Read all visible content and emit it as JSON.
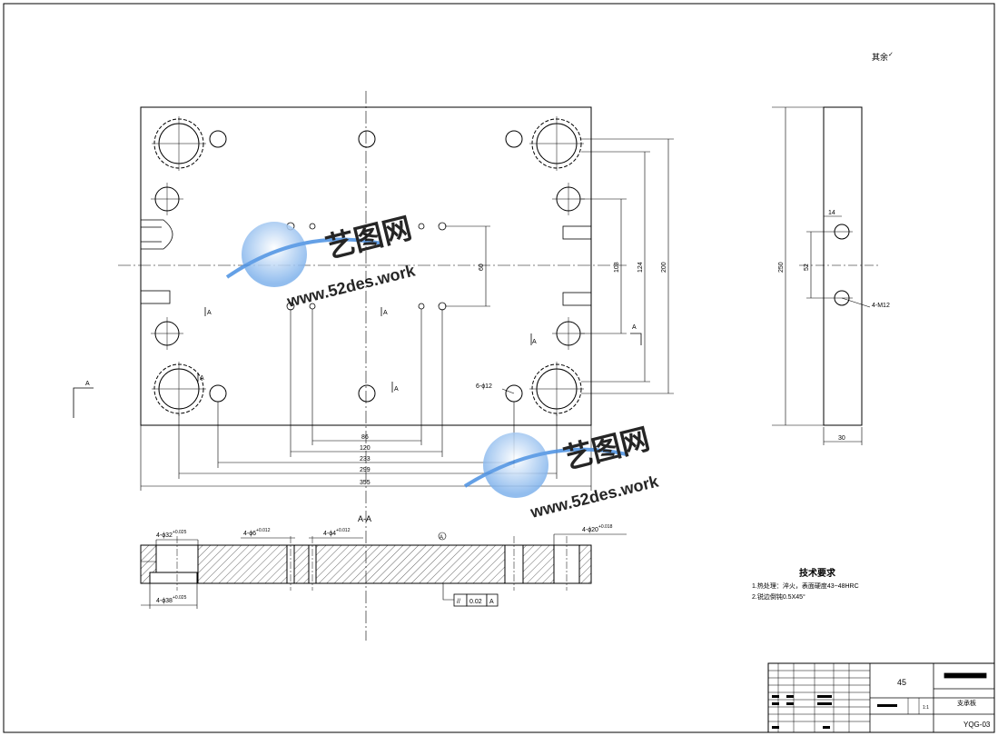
{
  "drawing": {
    "surface_note": "其余",
    "plan": {
      "width_dims": [
        "86",
        "120",
        "233",
        "299",
        "355"
      ],
      "height_dims": [
        "60",
        "108",
        "124",
        "200"
      ],
      "hole_callout": "6-ϕ12",
      "section_marks": [
        "A",
        "A",
        "A",
        "A",
        "A",
        "A",
        "A"
      ]
    },
    "side": {
      "height": "250",
      "width": "30",
      "offset_top": "14",
      "pitch": "52",
      "thread_callout": "4-M12"
    },
    "section": {
      "title": "A-A",
      "callouts": [
        {
          "main": "4-ϕ32",
          "sup": "+0.025",
          "sub": "0"
        },
        {
          "main": "4-ϕ6",
          "sup": "+0.012",
          "sub": "0"
        },
        {
          "main": "4-ϕ4",
          "sup": "+0.012",
          "sub": "0"
        },
        {
          "main": "4-ϕ20",
          "sup": "+0.018",
          "sub": "0"
        },
        {
          "main": "4-ϕ38",
          "sup": "+0.025",
          "sub": "0"
        }
      ],
      "tolerance_frame": {
        "symbol": "//",
        "value": "0.02",
        "datum": "A"
      },
      "datum_label": "A"
    },
    "tech_requirements": {
      "title": "技术要求",
      "items": [
        "1.热处理：淬火，表面硬度43~48HRC",
        "2.锐边倒钝0.5X45°"
      ]
    },
    "title_block": {
      "material": "45",
      "part_name": "支承板",
      "drawing_no": "YQG-03",
      "scale": "1:1"
    }
  },
  "watermark": {
    "brand": "艺图网",
    "url": "www.52des.work"
  },
  "colors": {
    "line": "#000000",
    "watermark_blue": "#4a90e2",
    "watermark_light": "#a9cdf2"
  }
}
